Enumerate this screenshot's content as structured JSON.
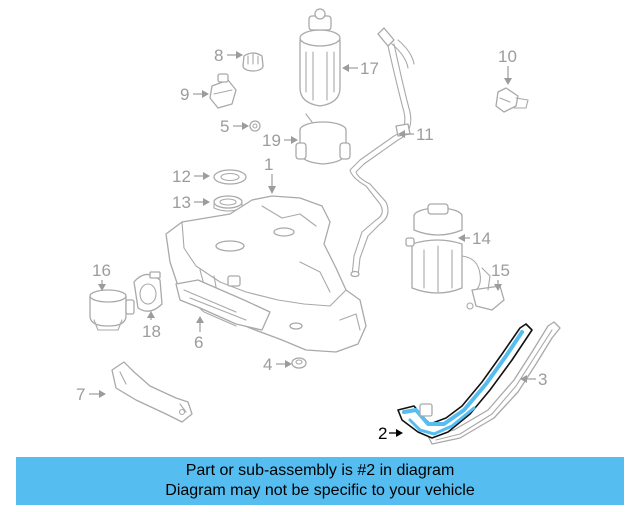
{
  "callouts": [
    {
      "id": "1",
      "label": "1"
    },
    {
      "id": "2",
      "label": "2",
      "highlighted": true
    },
    {
      "id": "3",
      "label": "3"
    },
    {
      "id": "4",
      "label": "4"
    },
    {
      "id": "5",
      "label": "5"
    },
    {
      "id": "6",
      "label": "6"
    },
    {
      "id": "7",
      "label": "7"
    },
    {
      "id": "8",
      "label": "8"
    },
    {
      "id": "9",
      "label": "9"
    },
    {
      "id": "10",
      "label": "10"
    },
    {
      "id": "11",
      "label": "11"
    },
    {
      "id": "12",
      "label": "12"
    },
    {
      "id": "13",
      "label": "13"
    },
    {
      "id": "14",
      "label": "14"
    },
    {
      "id": "15",
      "label": "15"
    },
    {
      "id": "16",
      "label": "16"
    },
    {
      "id": "17",
      "label": "17"
    },
    {
      "id": "18",
      "label": "18"
    },
    {
      "id": "19",
      "label": "19"
    }
  ],
  "colors": {
    "part_line": "#a9a9a9",
    "highlight_part": "#55bdf0",
    "banner_bg": "#55bdf0"
  },
  "banner": {
    "line1": "Part or sub-assembly is #2 in diagram",
    "line2": "Diagram may not be specific to your vehicle"
  }
}
